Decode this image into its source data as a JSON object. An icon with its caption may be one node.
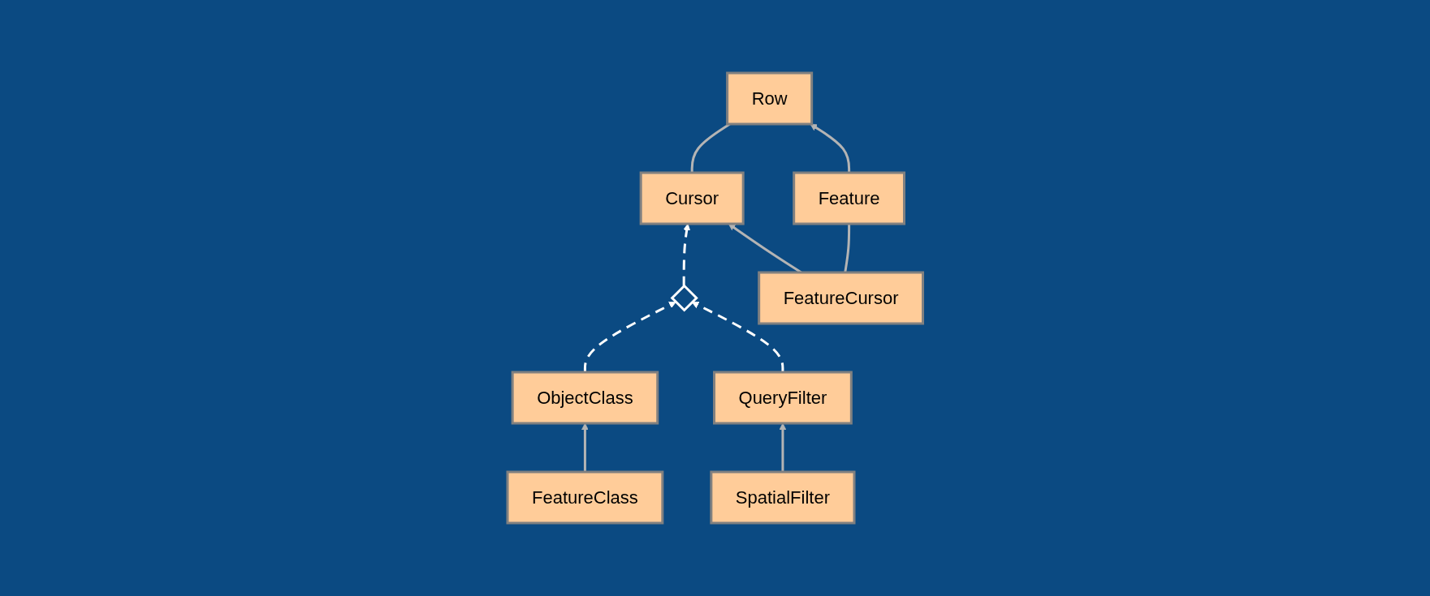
{
  "diagram": {
    "nodes": [
      {
        "text": [
          "ObjectClass"
        ]
      },
      {
        "text": [],
        "shape": "diamond"
      },
      {
        "text": [
          "Cursor"
        ]
      },
      {
        "text": [
          "Row"
        ]
      },
      {
        "text": [
          "FeatureClass"
        ]
      },
      {
        "text": [
          "FeatureCursor"
        ]
      },
      {
        "text": [
          "Feature"
        ]
      },
      {
        "text": [
          "QueryFilter"
        ]
      },
      {
        "text": [
          "SpatialFilter"
        ]
      }
    ],
    "edges": [
      {
        "from": 0,
        "to": 1,
        "arrow": "to",
        "style": "dashed",
        "color": "#ffffff"
      },
      {
        "from": 1,
        "to": 2,
        "arrow": "to",
        "style": "dashed",
        "color": "#ffffff"
      },
      {
        "from": 7,
        "to": 1,
        "arrow": "to",
        "style": "dashed",
        "color": "#ffffff"
      },
      {
        "from": 4,
        "to": 0,
        "arrow": "to"
      },
      {
        "from": 2,
        "to": 3,
        "arrow": "none"
      },
      {
        "from": 5,
        "to": 2,
        "arrow": "to"
      },
      {
        "from": 6,
        "to": 3,
        "arrow": "to"
      },
      {
        "from": 5,
        "to": 6,
        "arrow": "none"
      },
      {
        "from": 8,
        "to": 7,
        "arrow": "to"
      }
    ]
  }
}
